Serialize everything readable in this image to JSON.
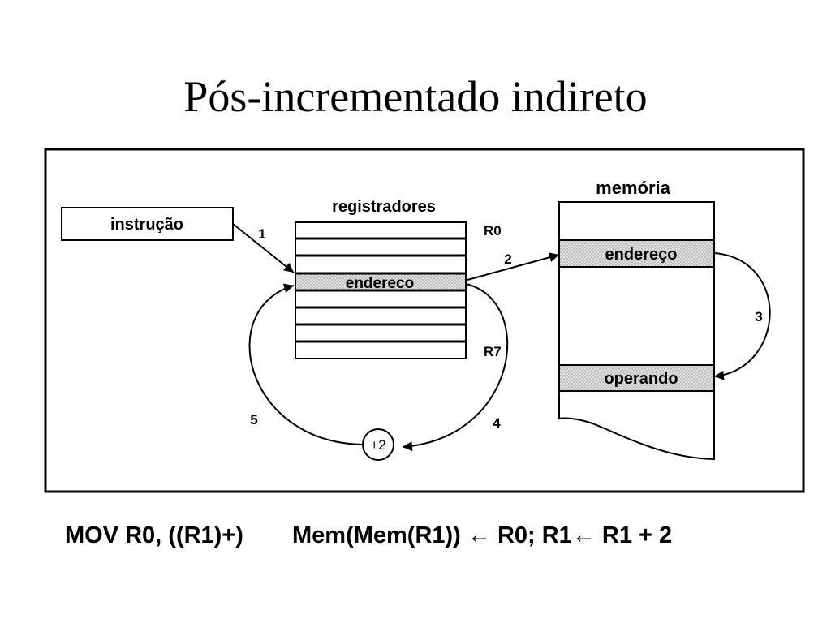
{
  "title": "Pós-incrementado indireto",
  "diagram": {
    "instruction_label": "instrução",
    "registers_label": "registradores",
    "register_first": "R0",
    "register_last": "R7",
    "register_cell_label": "endereco",
    "memory_label": "memória",
    "memory_address_label": "endereço",
    "memory_operand_label": "operando",
    "increment_label": "+2",
    "steps": [
      "1",
      "2",
      "3",
      "4",
      "5"
    ],
    "highlight_color": "#d8d8d8"
  },
  "formula": {
    "instruction": "MOV R0, ((R1)+)",
    "semantics": "Mem(Mem(R1)) ← R0; R1← R1 + 2"
  }
}
